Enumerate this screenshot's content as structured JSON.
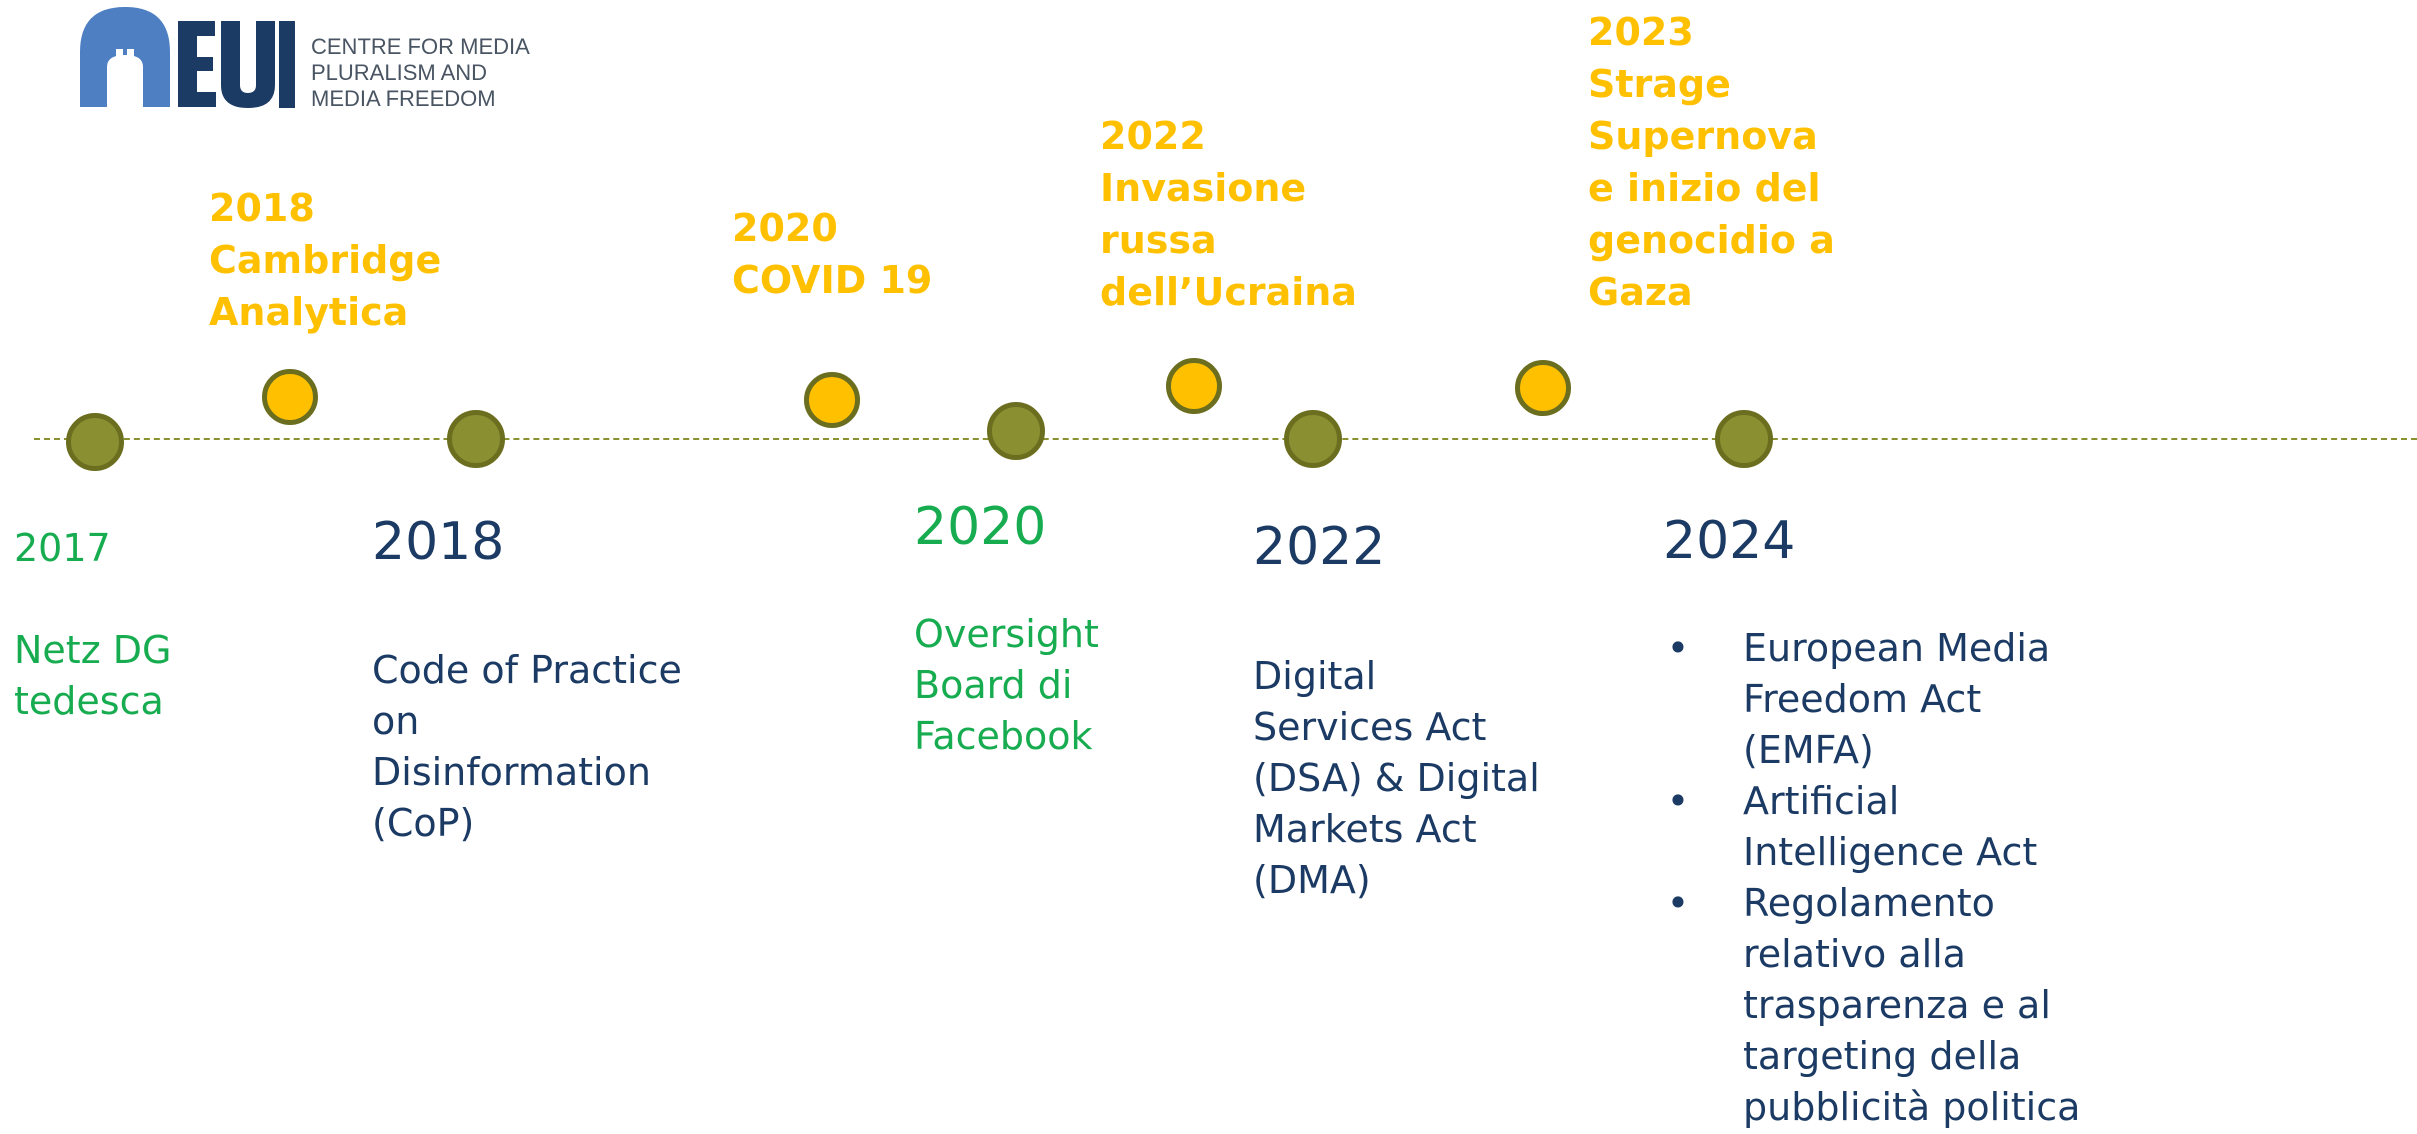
{
  "logo": {
    "wordmark": "EUI",
    "organisation": "CENTRE FOR MEDIA\nPLURALISM AND\nMEDIA FREEDOM",
    "colors": {
      "arch": "#4f7fc3",
      "text": "#1b3a64"
    }
  },
  "colors": {
    "eu_milestone": "#8a8f32",
    "world_event": "#ffc000",
    "line": "#8a9130",
    "heading_blue": "#1b3a64",
    "heading_green": "#17ac50"
  },
  "world_events": [
    {
      "text": "2018\nCambridge\nAnalytica"
    },
    {
      "text": "2020\nCOVID 19"
    },
    {
      "text": "2022\nInvasione\nrussa\ndell’Ucraina"
    },
    {
      "text": "2023\nStrage\nSupernova\ne inizio del\ngenocidio a\nGaza"
    }
  ],
  "milestones": [
    {
      "year": "2017",
      "text": "Netz DG\ntedesca"
    },
    {
      "year": "2018",
      "text": "Code of Practice\non\nDisinformation\n(CoP)"
    },
    {
      "year": "2020",
      "text": "Oversight\nBoard di\nFacebook"
    },
    {
      "year": "2022",
      "text": "Digital\nServices Act\n(DSA) & Digital\nMarkets Act\n(DMA)"
    },
    {
      "year": "2024",
      "bullet": "•",
      "items": [
        "European Media\nFreedom Act\n(EMFA)",
        "Artificial\nIntelligence Act",
        "Regolamento\nrelativo alla\ntrasparenza e al\ntargeting della\npubblicità politica"
      ]
    }
  ]
}
